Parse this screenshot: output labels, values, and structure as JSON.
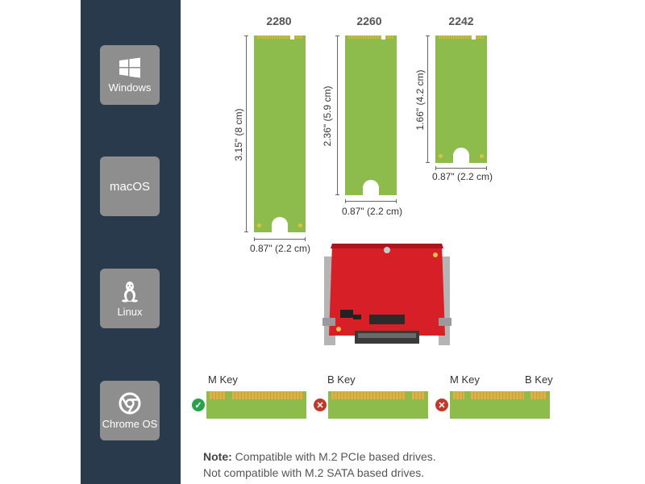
{
  "os_list": [
    {
      "label": "Windows",
      "icon": "windows-icon"
    },
    {
      "label": "macOS",
      "icon": ""
    },
    {
      "label": "Linux",
      "icon": "linux-penguin-icon"
    },
    {
      "label": "Chrome OS",
      "icon": "chrome-icon"
    }
  ],
  "drives": [
    {
      "size": "2280",
      "length": "3.15\" (8 cm)",
      "width": "0.87\" (2.2 cm)"
    },
    {
      "size": "2260",
      "length": "2.36\" (5.9 cm)",
      "width": "0.87\" (2.2 cm)"
    },
    {
      "size": "2242",
      "length": "1.66\" (4.2 cm)",
      "width": "0.87\" (2.2 cm)"
    }
  ],
  "keys": {
    "m_key": "M Key",
    "b_key": "B Key",
    "mb_m_key": "M Key",
    "mb_b_key": "B Key",
    "m_status": "compatible",
    "b_status": "not-compatible",
    "mb_status": "not-compatible"
  },
  "note": {
    "prefix": "Note:",
    "line1": "Compatible with M.2 PCIe based drives.",
    "line2": "Not compatible with M.2 SATA based drives."
  },
  "colors": {
    "sidebar": "#283a4b",
    "tile": "#8e8e8e",
    "pcb": "#8dbb4c",
    "ok": "#2aa14a",
    "no": "#c0392b"
  }
}
